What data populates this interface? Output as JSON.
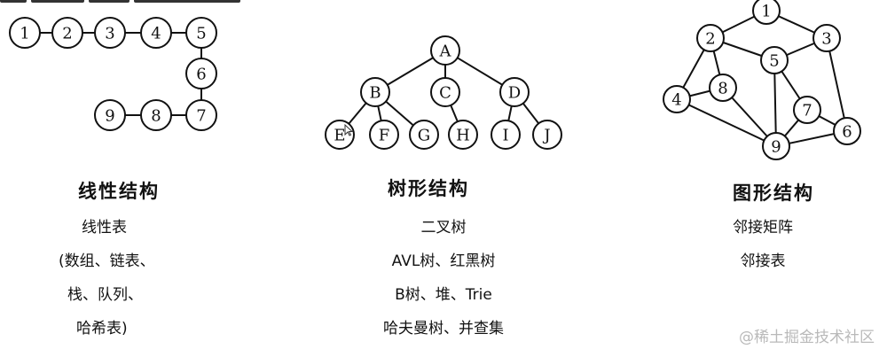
{
  "linear": {
    "title": "线性结构",
    "nodes": [
      "1",
      "2",
      "3",
      "4",
      "5",
      "6",
      "7",
      "8",
      "9"
    ],
    "descriptions": [
      "线性表",
      "(数组、链表、",
      "栈、队列、",
      "哈希表)"
    ]
  },
  "tree": {
    "title": "树形结构",
    "nodes": [
      "A",
      "B",
      "C",
      "D",
      "E",
      "F",
      "G",
      "H",
      "I",
      "J"
    ],
    "descriptions": [
      "二叉树",
      "AVL树、红黑树",
      "B树、堆、Trie",
      "哈夫曼树、并查集"
    ]
  },
  "graph": {
    "title": "图形结构",
    "nodes": [
      "1",
      "2",
      "3",
      "4",
      "5",
      "6",
      "7",
      "8",
      "9"
    ],
    "descriptions": [
      "邻接矩阵",
      "邻接表"
    ]
  },
  "watermark": "@稀土掘金技术社区"
}
